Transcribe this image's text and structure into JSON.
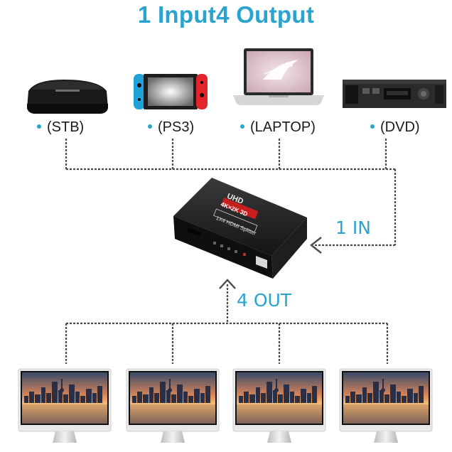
{
  "title": "1 Input4 Output",
  "colors": {
    "accent": "#2ba3cf",
    "line": "#4a4a4a",
    "device_dark": "#1c1c1e",
    "switch_red": "#e3242b",
    "switch_blue": "#1ea2d8",
    "label_red": "#c81e1e"
  },
  "sources": [
    {
      "label": "(STB)",
      "icon": "set-top-box-icon"
    },
    {
      "label": "(PS3)",
      "icon": "game-console-icon"
    },
    {
      "label": "(LAPTOP)",
      "icon": "laptop-icon"
    },
    {
      "label": "(DVD)",
      "icon": "dvd-player-icon"
    }
  ],
  "splitter": {
    "brand": "UHD",
    "resolution": "4K×2K 3D",
    "model": "1X4 HDMI Splitter"
  },
  "input_label": "1 IN",
  "output_label": "4 OUT",
  "displays": [
    {
      "icon": "monitor-icon"
    },
    {
      "icon": "monitor-icon"
    },
    {
      "icon": "monitor-icon"
    },
    {
      "icon": "monitor-icon"
    }
  ]
}
